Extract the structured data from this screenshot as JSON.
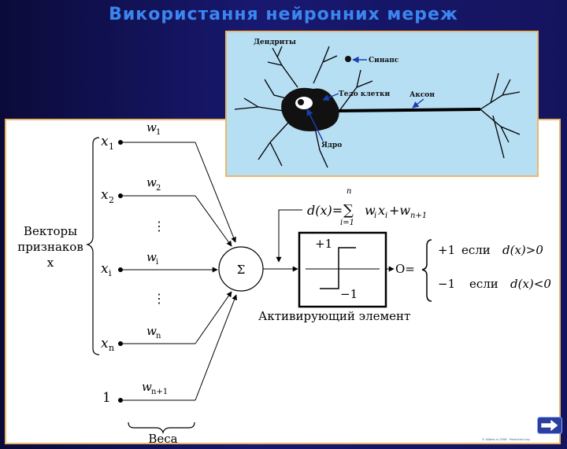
{
  "title": "Використання нейронних мереж",
  "neuron": {
    "dendrites": "Дендриты",
    "synapse": "Синапс",
    "cell_body": "Тело клетки",
    "axon": "Аксон",
    "nucleus": "Ядро"
  },
  "diagram": {
    "feature_vectors": [
      "Векторы",
      "признаков",
      "x"
    ],
    "inputs": [
      {
        "x": "x",
        "x_sub": "1",
        "w": "w",
        "w_sub": "1"
      },
      {
        "x": "x",
        "x_sub": "2",
        "w": "w",
        "w_sub": "2"
      },
      {
        "x": "x",
        "x_sub": "i",
        "w": "w",
        "w_sub": "i"
      },
      {
        "x": "x",
        "x_sub": "n",
        "w": "w",
        "w_sub": "n"
      },
      {
        "x": "1",
        "x_sub": "",
        "w": "w",
        "w_sub": "n+1"
      }
    ],
    "dots": "⋮",
    "sum_symbol": "Σ",
    "formula": {
      "lhs": "d(x)=",
      "sigma": "∑",
      "upper": "n",
      "lower": "i=1",
      "terms": "w",
      "term_sub_1": "i",
      "term_x": "x",
      "term_sub_2": "i",
      "plus": "+w",
      "last_sub": "n+1"
    },
    "step_plus": "+1",
    "step_minus": "−1",
    "activation_label": "Активирующий элемент",
    "output_label": "O=",
    "cases": [
      {
        "value": "+1",
        "cond": "если",
        "expr": "d(x)>0"
      },
      {
        "value": "−1",
        "cond": "если",
        "expr": "d(x)<0"
      }
    ],
    "weights_label": "Веса"
  },
  "nav": {
    "icon": "arrow-right-icon"
  },
  "footer": {
    "copyright": "© Allbest.ru 2008 · Prezentacii.org"
  },
  "colors": {
    "background": "#14145e",
    "title": "#3b86f0",
    "panel_border": "#e9b86a",
    "neuron_bg": "#b7dff4",
    "label_blue": "#1a3fb0"
  }
}
